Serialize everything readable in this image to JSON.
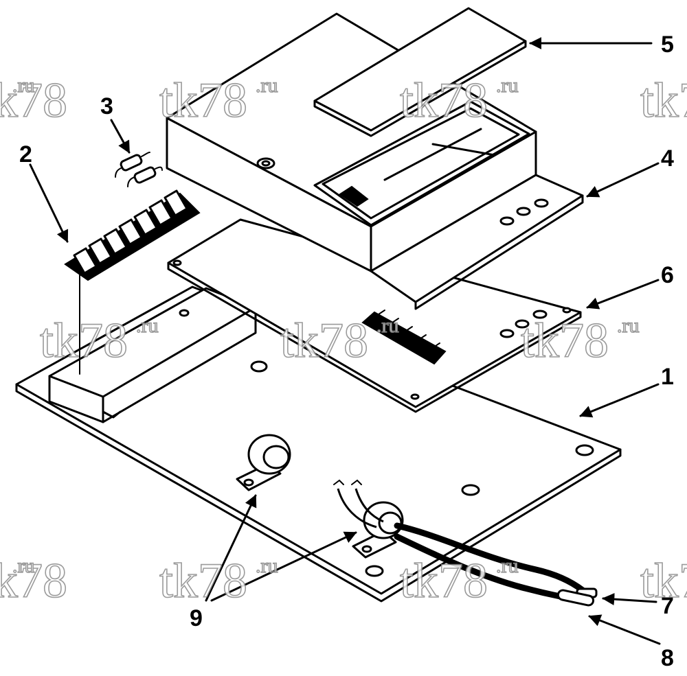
{
  "diagram": {
    "callouts": [
      {
        "id": "1",
        "label": "1"
      },
      {
        "id": "2",
        "label": "2"
      },
      {
        "id": "3",
        "label": "3"
      },
      {
        "id": "4",
        "label": "4"
      },
      {
        "id": "5",
        "label": "5"
      },
      {
        "id": "6",
        "label": "6"
      },
      {
        "id": "7",
        "label": "7"
      },
      {
        "id": "8",
        "label": "8"
      },
      {
        "id": "9",
        "label": "9"
      }
    ],
    "watermark": {
      "main": "tk78",
      "suffix": ".ru"
    }
  },
  "colors": {
    "ink": "#000000",
    "paper": "#ffffff",
    "watermark": "#8a8a8a"
  }
}
